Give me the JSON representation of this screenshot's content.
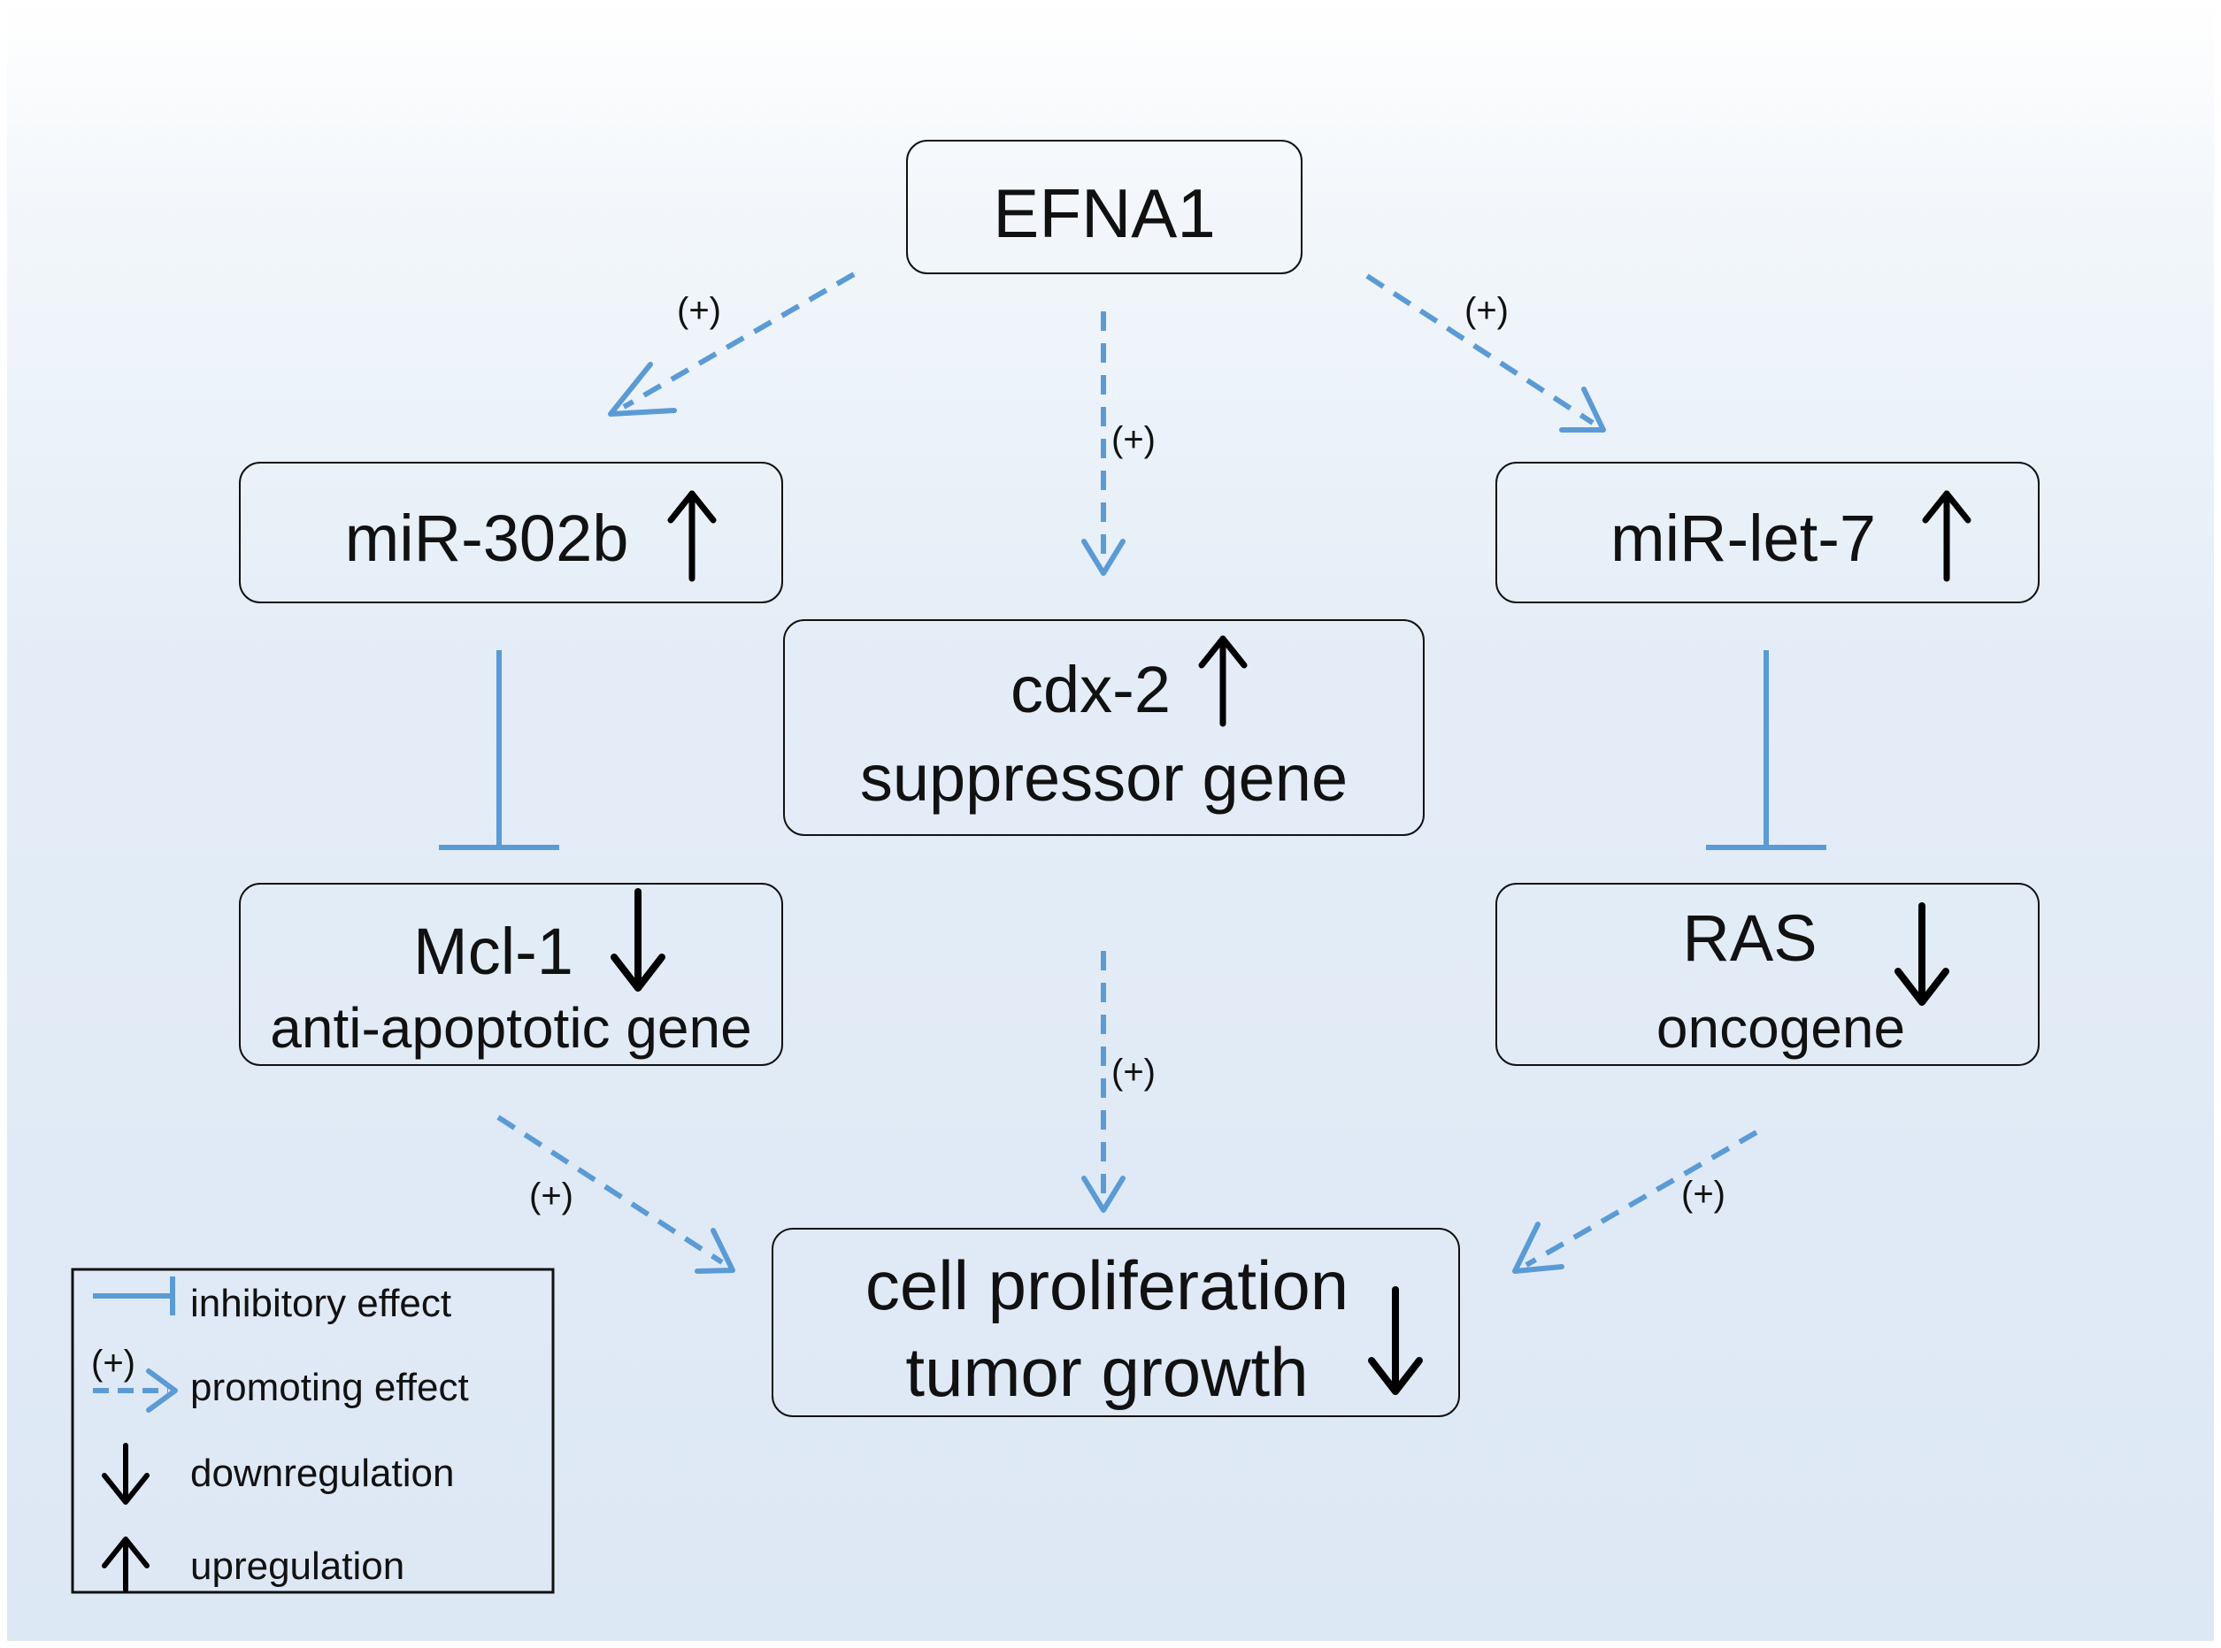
{
  "nodes": {
    "efna1": {
      "line1": "EFNA1"
    },
    "mir302b": {
      "line1": "miR-302b",
      "regulation": "up"
    },
    "mirlet7": {
      "line1": "miR-let-7",
      "regulation": "up"
    },
    "cdx2": {
      "line1": "cdx-2",
      "line2": "suppressor gene",
      "regulation": "up"
    },
    "mcl1": {
      "line1": "Mcl-1",
      "line2": "anti-apoptotic gene",
      "regulation": "down"
    },
    "ras": {
      "line1": "RAS",
      "line2": "oncogene",
      "regulation": "down"
    },
    "cell": {
      "line1": "cell proliferation",
      "line2": "tumor growth",
      "regulation": "down"
    }
  },
  "edges": [
    {
      "from": "EFNA1",
      "to": "miR-302b",
      "type": "promoting",
      "label": "(+)"
    },
    {
      "from": "EFNA1",
      "to": "cdx-2",
      "type": "promoting",
      "label": "(+)"
    },
    {
      "from": "EFNA1",
      "to": "miR-let-7",
      "type": "promoting",
      "label": "(+)"
    },
    {
      "from": "miR-302b",
      "to": "Mcl-1",
      "type": "inhibitory"
    },
    {
      "from": "miR-let-7",
      "to": "RAS",
      "type": "inhibitory"
    },
    {
      "from": "Mcl-1",
      "to": "cell proliferation",
      "type": "promoting",
      "label": "(+)"
    },
    {
      "from": "cdx-2",
      "to": "cell proliferation",
      "type": "promoting",
      "label": "(+)"
    },
    {
      "from": "RAS",
      "to": "cell proliferation",
      "type": "promoting",
      "label": "(+)"
    }
  ],
  "legend": {
    "inhibitory": "inhibitory effect",
    "promoting_symbol": "(+)",
    "promoting": "promoting effect",
    "down": "downregulation",
    "up": "upregulation"
  },
  "colors": {
    "edge": "#5b9bd5",
    "border": "#111111",
    "arrow": "#000000"
  }
}
